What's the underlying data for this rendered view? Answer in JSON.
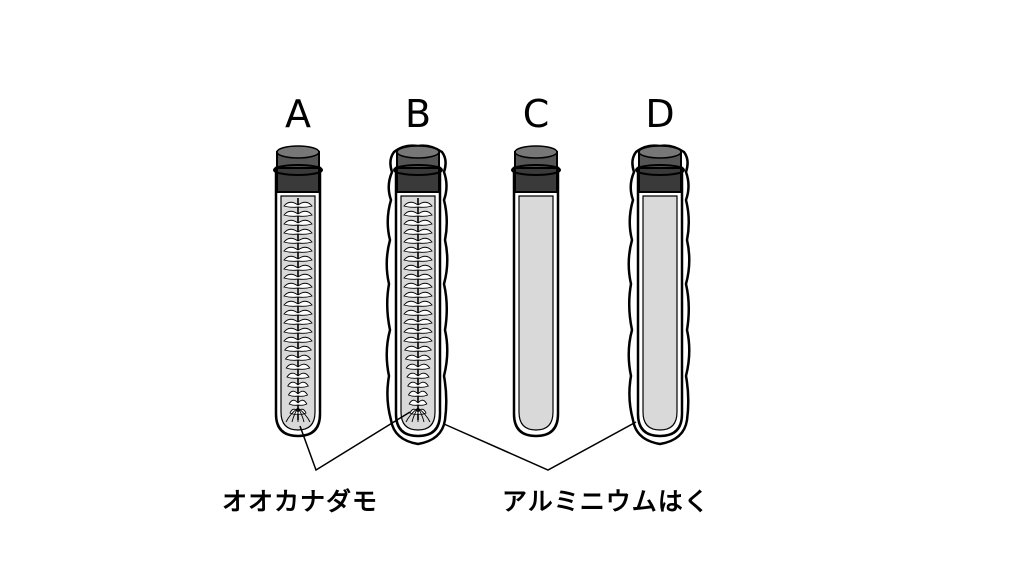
{
  "tubes": [
    {
      "label": "A",
      "contents": "plant",
      "wrapped": false
    },
    {
      "label": "B",
      "contents": "plant",
      "wrapped": true
    },
    {
      "label": "C",
      "contents": "empty",
      "wrapped": false
    },
    {
      "label": "D",
      "contents": "empty",
      "wrapped": true
    }
  ],
  "captions": {
    "plant": "オオカナダモ",
    "foil": "アルミニウムはく"
  },
  "colors": {
    "line": "#000000",
    "liquid": "#d9d9d9",
    "stopper": "#3a3a3a",
    "foil": "#ffffff"
  }
}
